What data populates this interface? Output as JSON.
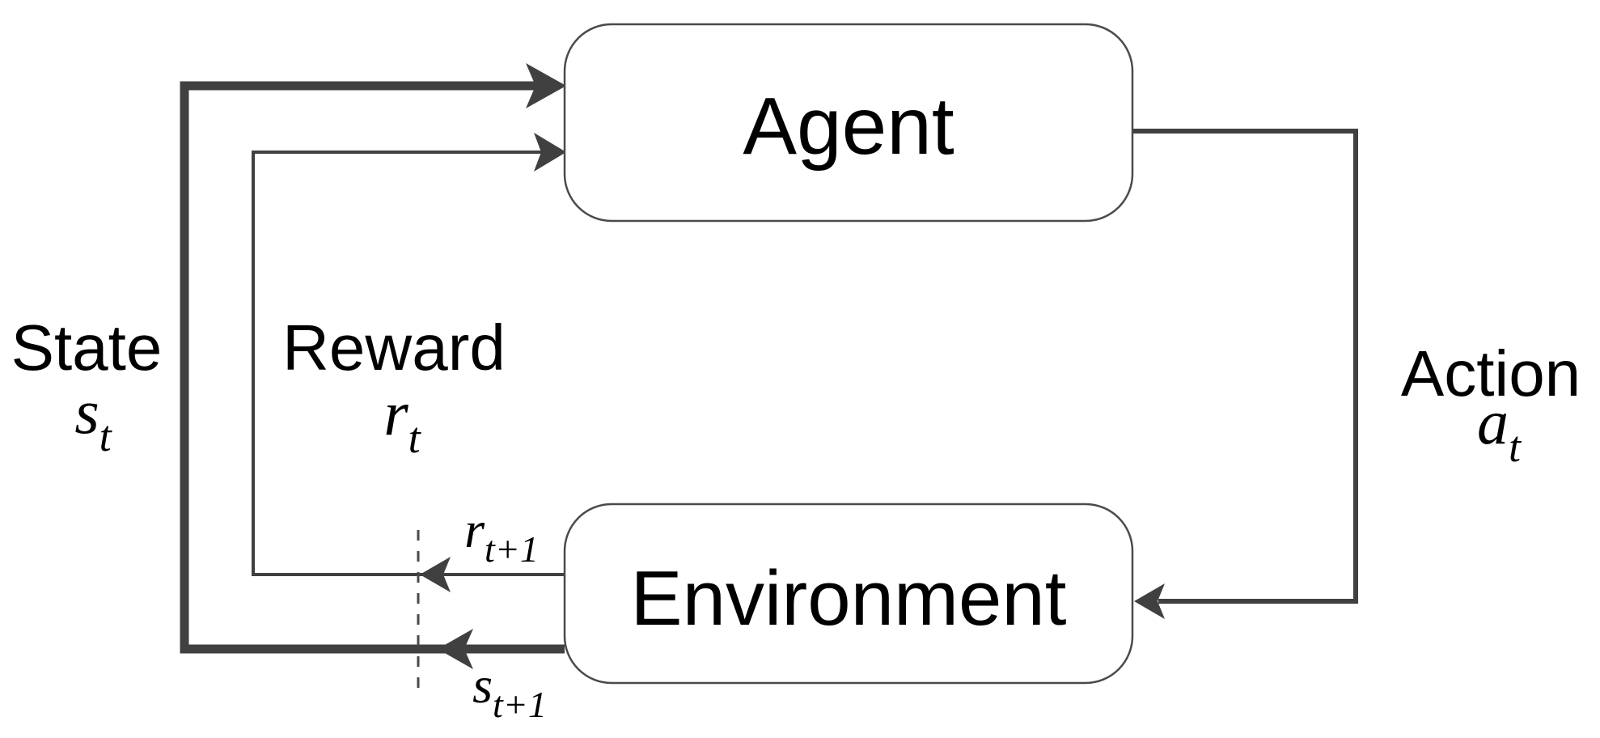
{
  "diagram": {
    "title_semantics": "reinforcement-learning agent-environment interaction loop",
    "nodes": {
      "agent": {
        "label": "Agent"
      },
      "environment": {
        "label": "Environment"
      }
    },
    "labels": {
      "state": {
        "word": "State",
        "var": "s",
        "sub": "t"
      },
      "reward": {
        "word": "Reward",
        "var": "r",
        "sub": "t"
      },
      "action": {
        "word": "Action",
        "var": "a",
        "sub": "t"
      },
      "reward_next": {
        "var": "r",
        "sub": "t+1"
      },
      "state_next": {
        "var": "s",
        "sub": "t+1"
      }
    },
    "edges": [
      {
        "name": "state-edge",
        "from": "environment",
        "to": "agent",
        "signal": "state s_t / s_t+1",
        "style": "thick"
      },
      {
        "name": "reward-edge",
        "from": "environment",
        "to": "agent",
        "signal": "reward r_t / r_t+1",
        "style": "thin"
      },
      {
        "name": "action-edge",
        "from": "agent",
        "to": "environment",
        "signal": "action a_t",
        "style": "medium"
      }
    ],
    "colors": {
      "line": "#404040",
      "box_border": "#4a4a4a",
      "text": "#000000",
      "background": "#ffffff"
    }
  }
}
